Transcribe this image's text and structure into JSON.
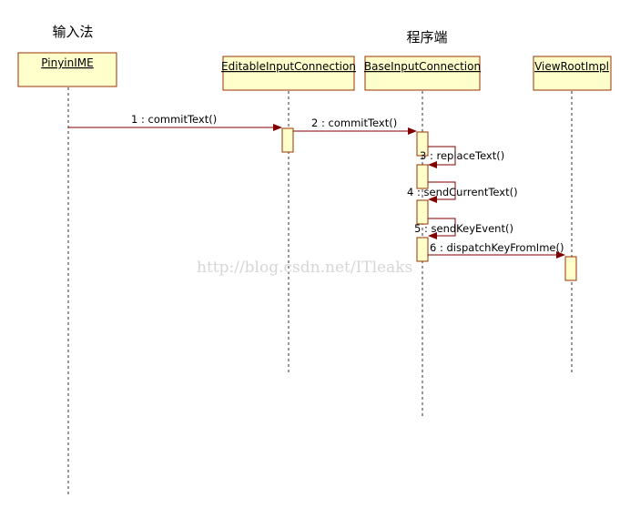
{
  "group_labels": {
    "ime": "输入法",
    "app": "程序端"
  },
  "lifelines": [
    {
      "id": "pinyin",
      "name": "PinyinIME"
    },
    {
      "id": "editable",
      "name": "EditableInputConnection"
    },
    {
      "id": "base",
      "name": "BaseInputConnection"
    },
    {
      "id": "viewroot",
      "name": "ViewRootImpl"
    }
  ],
  "messages": [
    {
      "label": "1 : commitText()"
    },
    {
      "label": "2 : commitText()"
    },
    {
      "label": "3 : replaceText()"
    },
    {
      "label": "4 : sendCurrentText()"
    },
    {
      "label": "5 : sendKeyEvent()"
    },
    {
      "label": "6 : dispatchKeyFromIme()"
    }
  ],
  "watermark": "http://blog.csdn.net/ITleaks",
  "colors": {
    "box_fill": "#ffffcc",
    "box_stroke": "#993300",
    "arrow": "#800000",
    "watermark": "#d6d6d6"
  }
}
